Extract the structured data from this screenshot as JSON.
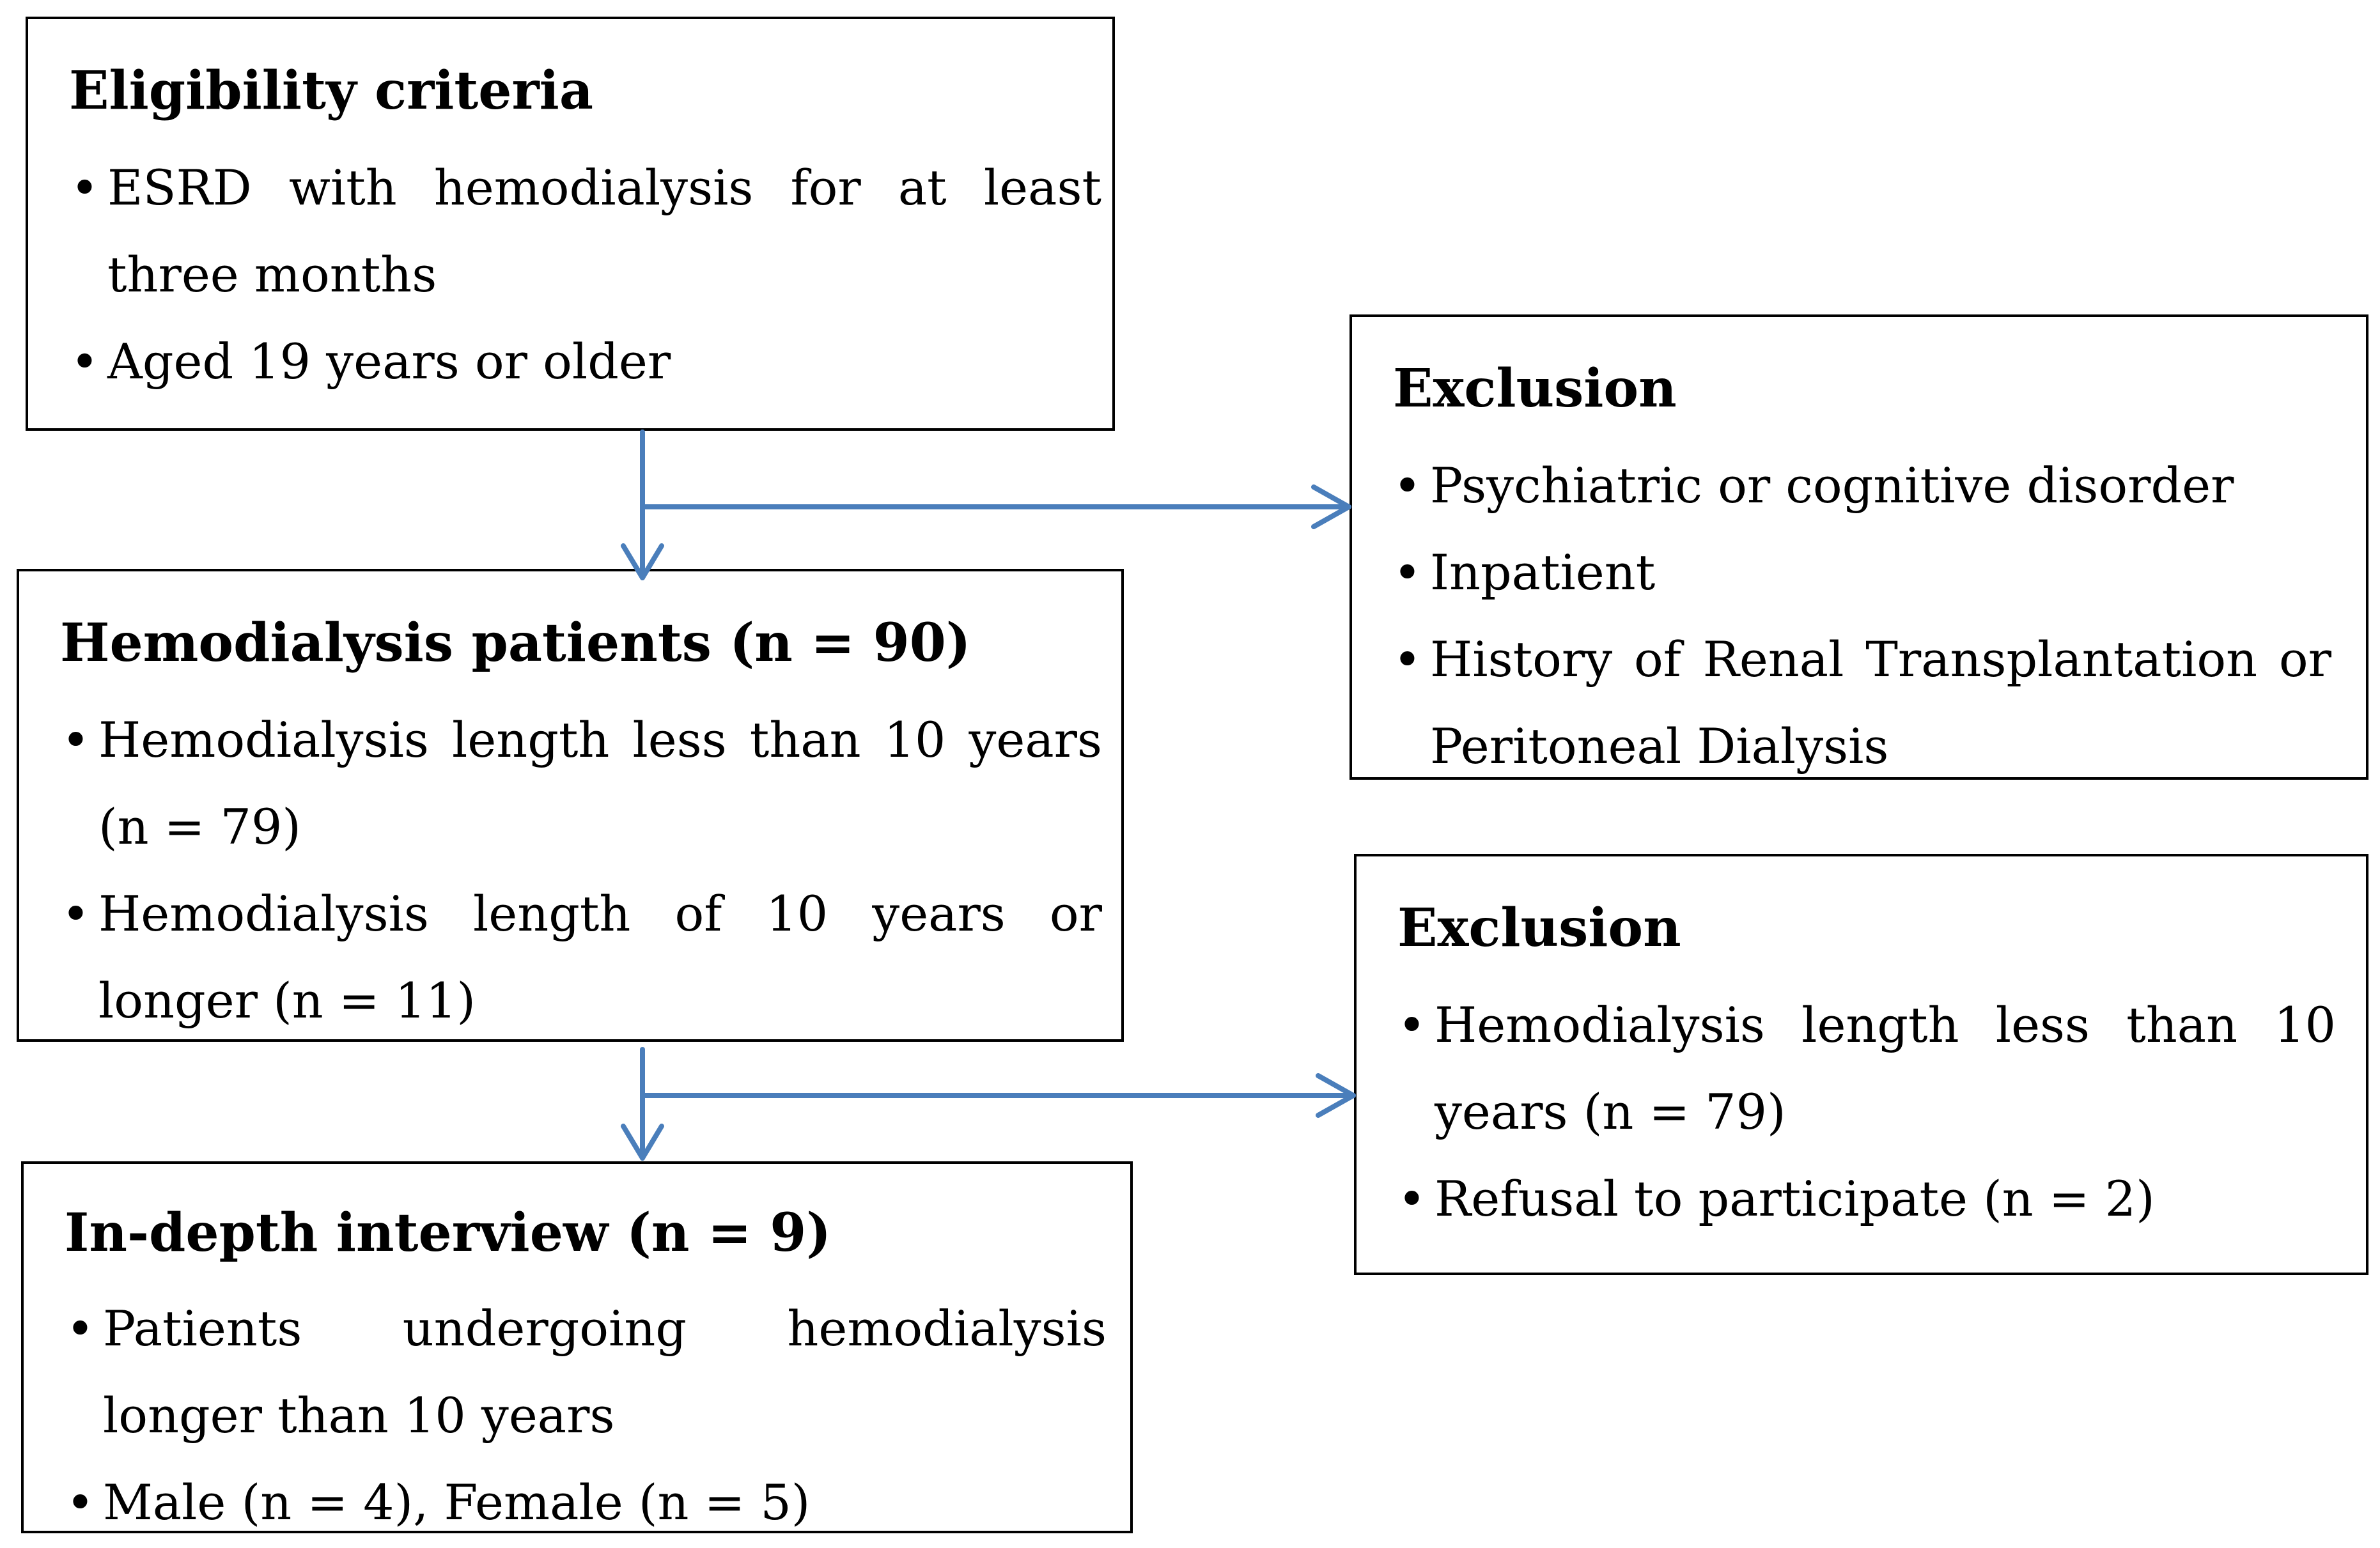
{
  "boxes": {
    "eligibility": {
      "title": "Eligibility criteria",
      "items": [
        "ESRD with hemodialysis for at least three months",
        "Aged 19 years or older"
      ]
    },
    "exclusion1": {
      "title": "Exclusion",
      "items": [
        "Psychiatric or cognitive disorder",
        "Inpatient",
        "History of Renal Transplantation or Peritoneal Dialysis"
      ]
    },
    "patients": {
      "title": "Hemodialysis patients (n = 90)",
      "items": [
        "Hemodialysis length less than 10 years (n = 79)",
        "Hemodialysis length of 10 years or longer (n = 11)"
      ]
    },
    "exclusion2": {
      "title": "Exclusion",
      "items": [
        "Hemodialysis length less than 10 years (n = 79)",
        "Refusal to participate (n = 2)"
      ]
    },
    "interview": {
      "title": "In-depth interview (n = 9)",
      "items": [
        "Patients undergoing hemodialysis longer than 10 years",
        "Male (n = 4), Female (n = 5)"
      ]
    }
  },
  "bullet_symbol": "•",
  "colors": {
    "border": "#000000",
    "arrow": "#4a7ebb",
    "background": "#ffffff"
  }
}
